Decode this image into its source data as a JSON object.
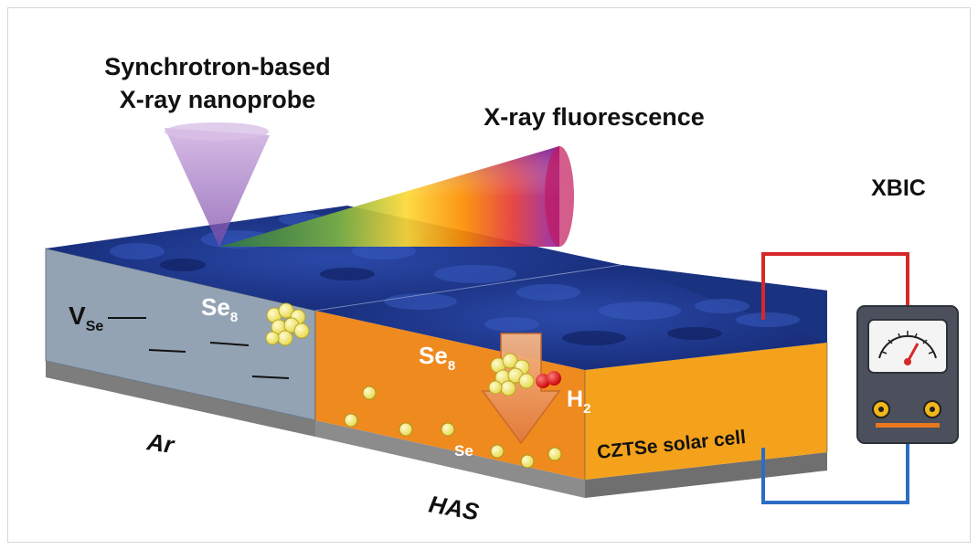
{
  "labels": {
    "probe_line1": "Synchrotron-based",
    "probe_line2": "X-ray nanoprobe",
    "fluorescence": "X-ray fluorescence",
    "xbic": "XBIC",
    "vacancy_main": "V",
    "vacancy_sub": "Se",
    "se8_left_main": "Se",
    "se8_left_sub": "8",
    "se8_right_main": "Se",
    "se8_right_sub": "8",
    "h2_main": "H",
    "h2_sub": "2",
    "se_atom": "Se",
    "ar": "Ar",
    "has": "HAS",
    "cell": "CZTSe solar cell"
  },
  "colors": {
    "surface_blue": "#1e3a8a",
    "left_side_gray": "#8fa0b0",
    "right_side_orange": "#ef8a1f",
    "front_orange": "#f4a21c",
    "substrate_gray": "#8a8a8a",
    "wire_red": "#d62828",
    "wire_blue": "#2b6cc4",
    "selenium_yellow": "#f5ec74",
    "meter_body": "#4a4f5a"
  },
  "icons": {
    "meter": "ammeter-icon",
    "arrow": "down-arrow-icon"
  }
}
